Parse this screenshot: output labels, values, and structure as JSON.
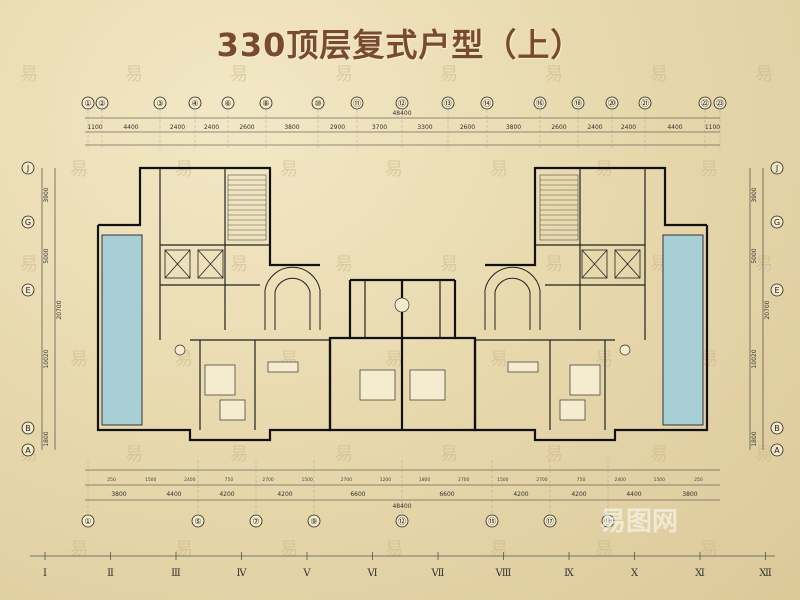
{
  "title": "330顶层复式户型（上）",
  "watermark_char": "易",
  "brand_mark": "易图网",
  "top_axes": [
    "①",
    "②",
    "③",
    "④",
    "⑥",
    "⑧",
    "⑩",
    "⑪",
    "⑫",
    "⑬",
    "⑭",
    "⑯",
    "⑱",
    "⑳",
    "㉑",
    "㉒",
    "㉓"
  ],
  "bottom_axes": [
    "①",
    "⑤",
    "⑦",
    "⑨",
    "⑫",
    "⑮",
    "⑰",
    "⑲"
  ],
  "left_axes": [
    "J",
    "G",
    "E",
    "B",
    "A"
  ],
  "right_axes": [
    "J",
    "G",
    "E",
    "B",
    "A"
  ],
  "top_total": "48400",
  "bottom_total": "48400",
  "top_dims": [
    "1100",
    "4400",
    "2400",
    "2400",
    "2600",
    "3800",
    "2900",
    "3700",
    "3300",
    "2600",
    "3800",
    "2600",
    "2400",
    "2400",
    "4400",
    "1100"
  ],
  "bottom_dims": [
    "3800",
    "4400",
    "4200",
    "4200",
    "6600",
    "6600",
    "4200",
    "4200",
    "4400",
    "3800"
  ],
  "bottom_inner_dims": [
    "250",
    "1500",
    "2400",
    "750",
    "2700",
    "1500",
    "2700",
    "1200",
    "1800",
    "2700",
    "1500",
    "2700",
    "750",
    "2400",
    "1500",
    "250"
  ],
  "left_dims": [
    "3900",
    "5000",
    "10020",
    "1800"
  ],
  "left_total": "20700",
  "right_dims": [
    "3900",
    "5000",
    "10020",
    "1800"
  ],
  "right_total": "20700",
  "roman_numerals": [
    "Ⅰ",
    "Ⅱ",
    "Ⅲ",
    "Ⅳ",
    "Ⅴ",
    "Ⅵ",
    "Ⅶ",
    "Ⅷ",
    "Ⅸ",
    "Ⅹ",
    "Ⅺ",
    "Ⅻ"
  ],
  "colors": {
    "title": "#7a4a2e",
    "paper": "#e9dcb4",
    "wall": "#111111",
    "pool": "#a9cfd6",
    "line": "#2a2a2a"
  }
}
